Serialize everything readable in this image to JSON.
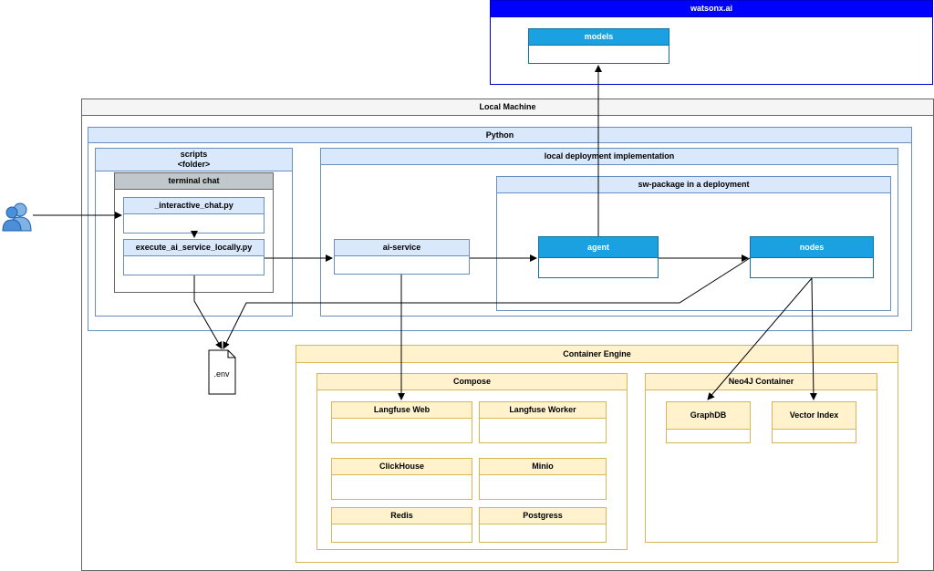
{
  "watsonx": {
    "title": "watsonx.ai",
    "models": "models"
  },
  "local_machine": {
    "title": "Local Machine"
  },
  "python": {
    "title": "Python"
  },
  "scripts": {
    "title_line1": "scripts",
    "title_line2": "<folder>"
  },
  "terminal_chat": {
    "title": "terminal chat",
    "interactive": "_interactive_chat.py",
    "execute": "execute_ai_service_locally.py"
  },
  "local_deployment": {
    "title": "local deployment implementation"
  },
  "sw_package": {
    "title": "sw-package in a deployment"
  },
  "ai_service": "ai-service",
  "agent": "agent",
  "nodes": "nodes",
  "env_file": ".env",
  "container_engine": {
    "title": "Container Engine"
  },
  "compose": {
    "title": "Compose",
    "services": [
      "Langfuse Web",
      "Langfuse Worker",
      "ClickHouse",
      "Minio",
      "Redis",
      "Postgress"
    ]
  },
  "neo4j": {
    "title": "Neo4J Container",
    "graphdb": "GraphDB",
    "vector_index": "Vector Index"
  },
  "colors": {
    "blue_fill": "#dae8fc",
    "blue_stroke": "#6c8ebf",
    "yellow_fill": "#fff2cc",
    "yellow_stroke": "#d6b656",
    "cyan_fill": "#1ba1e2",
    "navy_fill": "#0000ff"
  }
}
